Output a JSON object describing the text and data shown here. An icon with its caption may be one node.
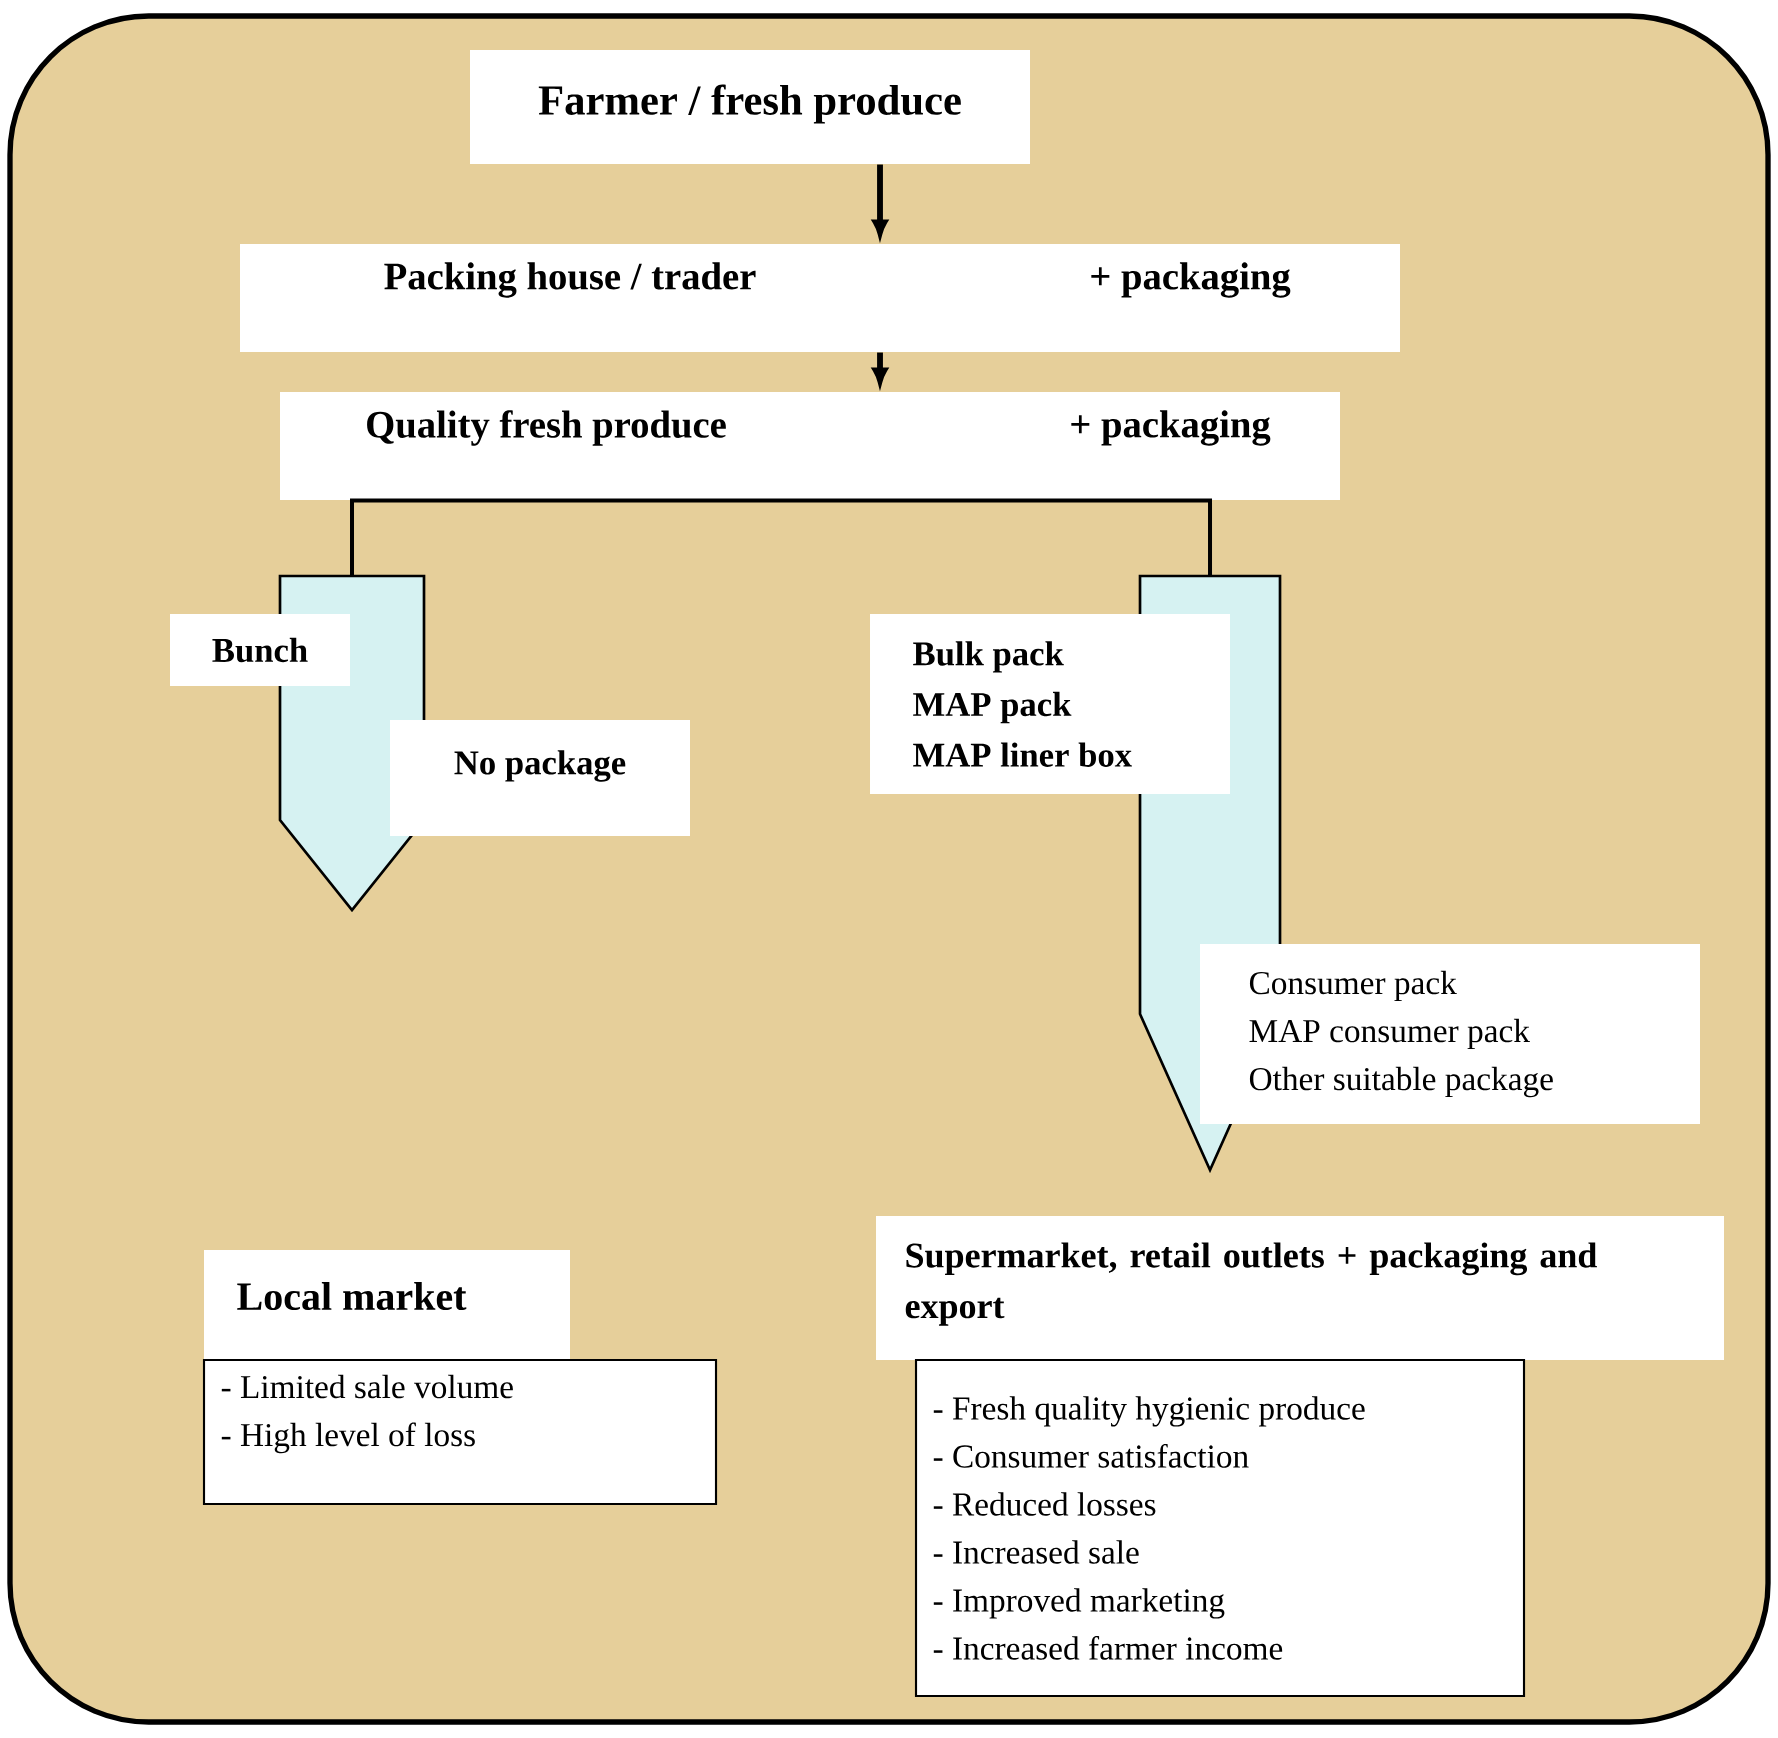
{
  "diagram": {
    "nodes": [
      {
        "text": [
          "Farmer / fresh produce"
        ]
      },
      {
        "text": [
          "Packing house / trader",
          "+ packaging"
        ]
      },
      {
        "text": [
          "Quality fresh produce",
          "+ packaging"
        ]
      },
      {
        "text": [],
        "shape": "pentagon"
      },
      {
        "text": [
          "Bunch"
        ]
      },
      {
        "text": [
          "No package"
        ]
      },
      {
        "text": [],
        "shape": "pentagon"
      },
      {
        "text": [
          "Bulk pack",
          "MAP pack",
          "MAP liner box"
        ]
      },
      {
        "text": [
          "Consumer pack",
          "MAP consumer pack",
          "Other suitable package"
        ]
      },
      {
        "text": [
          "Local market"
        ]
      },
      {
        "text": [
          "- Limited sale volume",
          "- High level of loss"
        ]
      },
      {
        "text": [
          "Supermarket, retail outlets + packaging and export"
        ]
      },
      {
        "text": [
          "- Fresh quality hygienic produce",
          "- Consumer satisfaction",
          "- Reduced losses",
          "- Increased sale",
          "- Improved marketing",
          "- Increased farmer income"
        ]
      }
    ],
    "edges": [
      {
        "from": 0,
        "to": 1,
        "arrow": "to"
      },
      {
        "from": 1,
        "to": 2,
        "arrow": "to"
      },
      {
        "from": 2,
        "to": 3,
        "arrow": "none"
      },
      {
        "from": 2,
        "to": 6,
        "arrow": "none"
      }
    ]
  }
}
